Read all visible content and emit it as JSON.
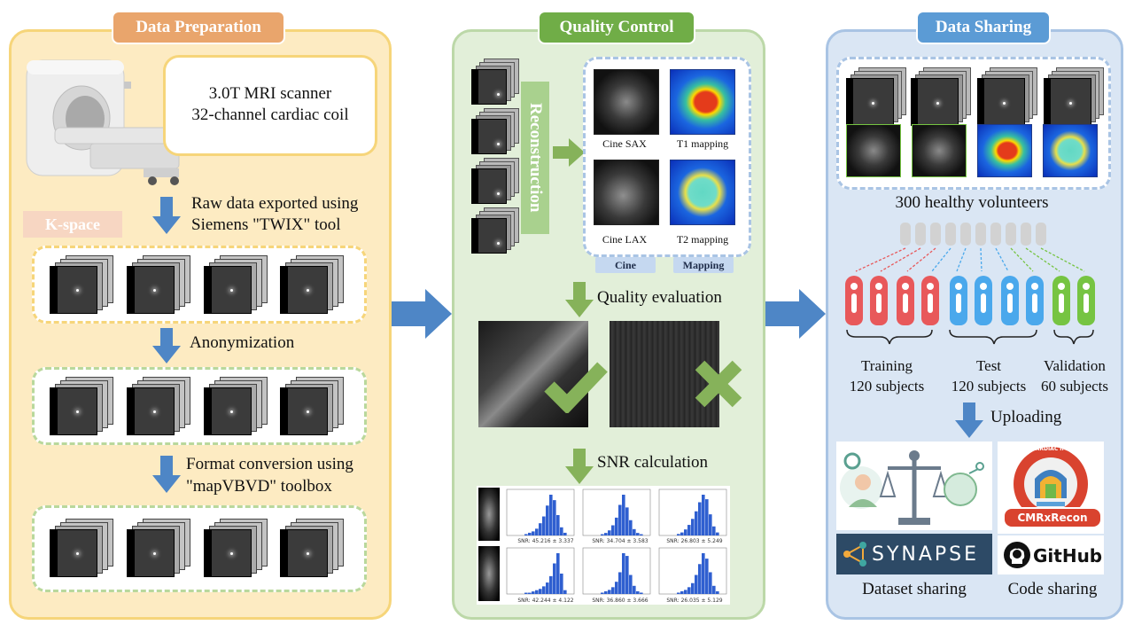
{
  "panels": {
    "preparation": {
      "title": "Data Preparation",
      "scanner_line1": "3.0T MRI scanner",
      "scanner_line2": "32-channel cardiac coil",
      "step1_line1": "Raw data exported using",
      "step1_line2": "Siemens \"TWIX\" tool",
      "kspace_label": "K-space",
      "step2": "Anonymization",
      "step3_line1": "Format conversion using",
      "step3_line2": "\"mapVBVD\" toolbox"
    },
    "quality": {
      "title": "Quality Control",
      "reconstruction": "Reconstruction",
      "cine_sax": "Cine SAX",
      "t1_mapping": "T1 mapping",
      "cine_lax": "Cine LAX",
      "t2_mapping": "T2 mapping",
      "cine_tag": "Cine",
      "mapping_tag": "Mapping",
      "quality_evaluation": "Quality evaluation",
      "snr_calculation": "SNR calculation",
      "snr_labels": [
        "SNR: 45.216 ± 3.337",
        "SNR: 34.704 ± 3.583",
        "SNR: 26.803 ± 5.249",
        "SNR: 42.244 ± 4.122",
        "SNR: 36.860 ± 3.666",
        "SNR: 26.035 ± 5.129"
      ]
    },
    "sharing": {
      "title": "Data Sharing",
      "volunteers": "300 healthy volunteers",
      "training_label": "Training",
      "training_count": "120 subjects",
      "test_label": "Test",
      "test_count": "120 subjects",
      "validation_label": "Validation",
      "validation_count": "60 subjects",
      "uploading": "Uploading",
      "synapse": "SYNAPSE",
      "github": "GitHub",
      "cmrx_ring": "FAST CARDIAC IMAGING",
      "cmrx_badge": "CMRxRecon",
      "dataset_sharing": "Dataset sharing",
      "code_sharing": "Code sharing"
    }
  },
  "colors": {
    "prep_bg": "#fdebc2",
    "prep_border": "#f6d57a",
    "prep_header": "#e9a56c",
    "qc_bg": "#e2efd9",
    "qc_border": "#bcd8a8",
    "qc_header": "#70ad47",
    "share_bg": "#dae6f4",
    "share_border": "#a9c4e4",
    "share_header": "#5b9bd5",
    "arrow_blue": "#4e86c6",
    "arrow_green": "#86b25a",
    "train_red": "#e8585a",
    "test_blue": "#4aa8ec",
    "val_green": "#76c442"
  }
}
